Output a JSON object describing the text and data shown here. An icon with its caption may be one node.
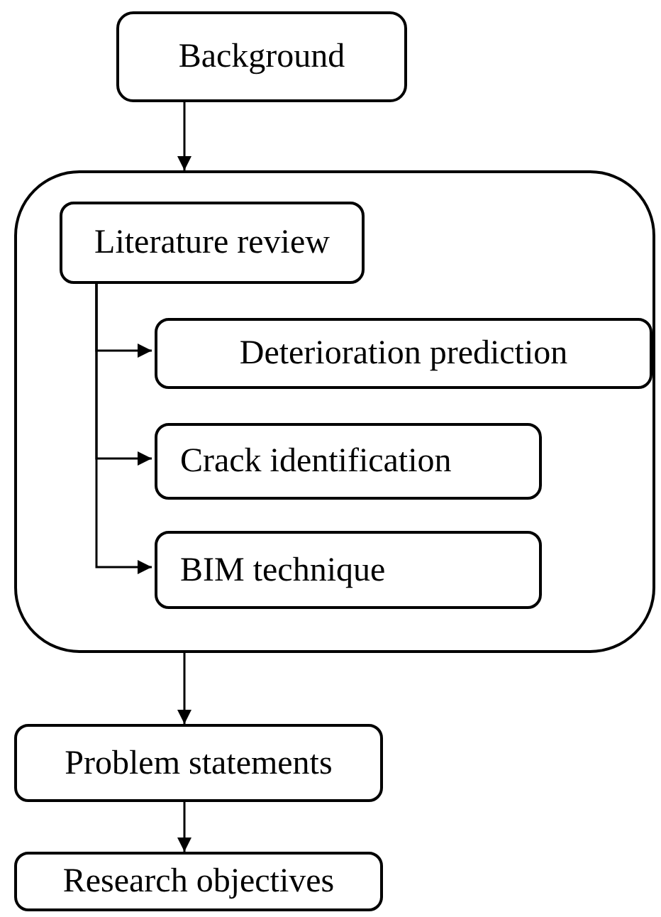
{
  "diagram": {
    "nodes": [
      {
        "text": [
          "Background"
        ]
      },
      {
        "text": [],
        "shape": "box"
      },
      {
        "text": [
          "Literature review"
        ],
        "in": 1
      },
      {
        "text": [
          "Deterioration prediction"
        ],
        "in": 1
      },
      {
        "text": [
          "Crack identification"
        ],
        "in": 1
      },
      {
        "text": [
          "BIM technique"
        ],
        "in": 1
      },
      {
        "text": [
          "Problem statements"
        ]
      },
      {
        "text": [
          "Research objectives"
        ]
      }
    ],
    "edges": [
      {
        "from": 0,
        "to": 1,
        "arrow": "to"
      },
      {
        "from": 2,
        "to": 3,
        "arrow": "to"
      },
      {
        "from": 2,
        "to": 4,
        "arrow": "to"
      },
      {
        "from": 2,
        "to": 5,
        "arrow": "to"
      },
      {
        "from": 1,
        "to": 6,
        "arrow": "to"
      },
      {
        "from": 6,
        "to": 7,
        "arrow": "to"
      }
    ]
  }
}
